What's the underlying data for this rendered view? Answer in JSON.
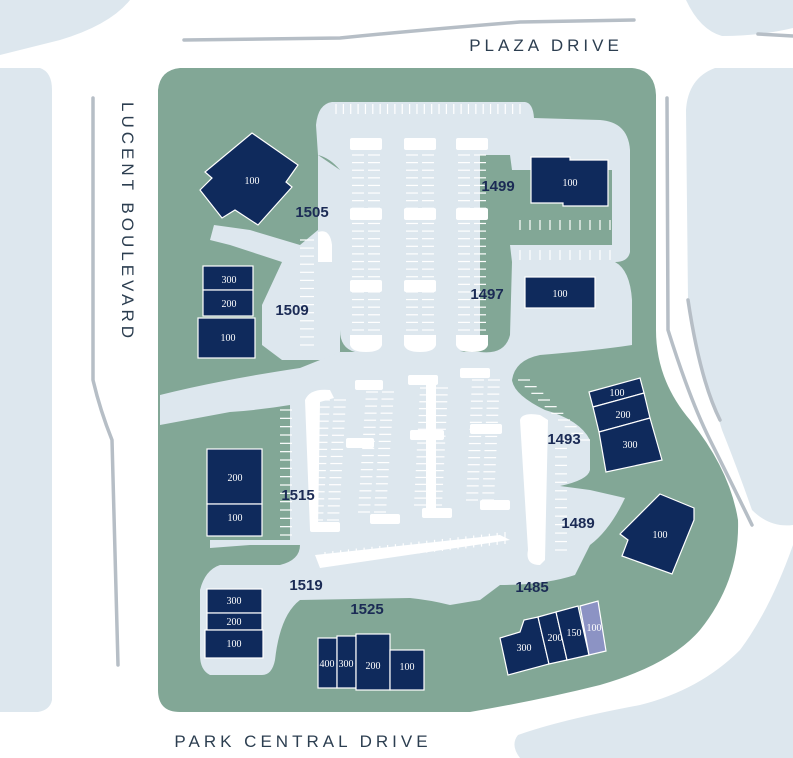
{
  "streets": {
    "plaza": "PLAZA DRIVE",
    "lucent": "LUCENT BOULEVARD",
    "park_central": "PARK CENTRAL DRIVE"
  },
  "colors": {
    "landscape": "#82a796",
    "parking": "#dde7ee",
    "building": "#0f2a5c",
    "building_highlight": "#8c93c4",
    "label": "#1b2b55"
  },
  "buildings": {
    "b1505": {
      "number": "1505",
      "suites": [
        "100"
      ]
    },
    "b1509": {
      "number": "1509",
      "suites": [
        "300",
        "200",
        "100"
      ]
    },
    "b1499": {
      "number": "1499",
      "suites": [
        "100"
      ]
    },
    "b1497": {
      "number": "1497",
      "suites": [
        "100"
      ]
    },
    "b1493": {
      "number": "1493",
      "suites": [
        "100",
        "200",
        "300"
      ]
    },
    "b1515": {
      "number": "1515",
      "suites": [
        "200",
        "100"
      ]
    },
    "b1489": {
      "number": "1489",
      "suites": [
        "100"
      ]
    },
    "b1519": {
      "number": "1519",
      "suites": [
        "300",
        "200",
        "100"
      ]
    },
    "b1525": {
      "number": "1525",
      "suites": [
        "400",
        "300",
        "200",
        "100"
      ]
    },
    "b1485": {
      "number": "1485",
      "suites": [
        "300",
        "200",
        "150",
        "100"
      ]
    }
  }
}
